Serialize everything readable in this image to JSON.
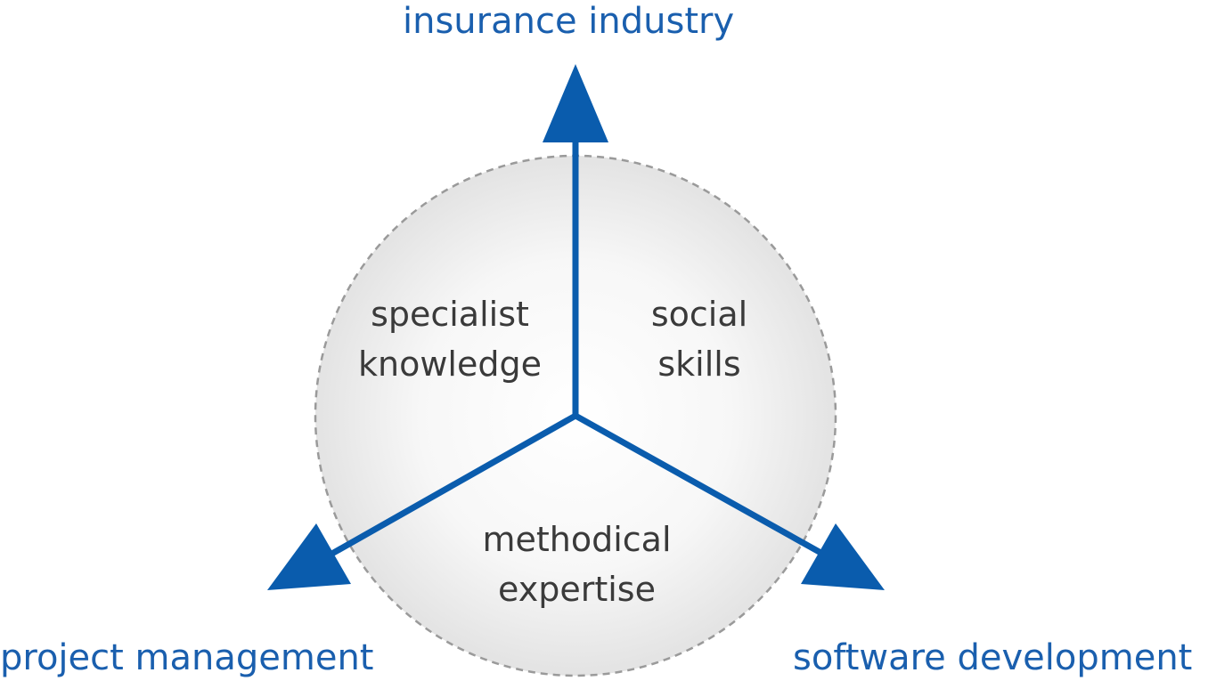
{
  "axes": {
    "top": "insurance industry",
    "bottom_left": "project management",
    "bottom_right": "software development"
  },
  "sectors": {
    "top_left": {
      "line1": "specialist",
      "line2": "knowledge"
    },
    "top_right": {
      "line1": "social",
      "line2": "skills"
    },
    "bottom": {
      "line1": "methodical",
      "line2": "expertise"
    }
  },
  "colors": {
    "arrow": "#0a5cad",
    "axis_text": "#1a5fae",
    "sector_text": "#3a3a3a",
    "circle_border": "#9a9a9a",
    "circle_fill_center": "#ffffff",
    "circle_fill_edge": "#e2e2e2"
  }
}
